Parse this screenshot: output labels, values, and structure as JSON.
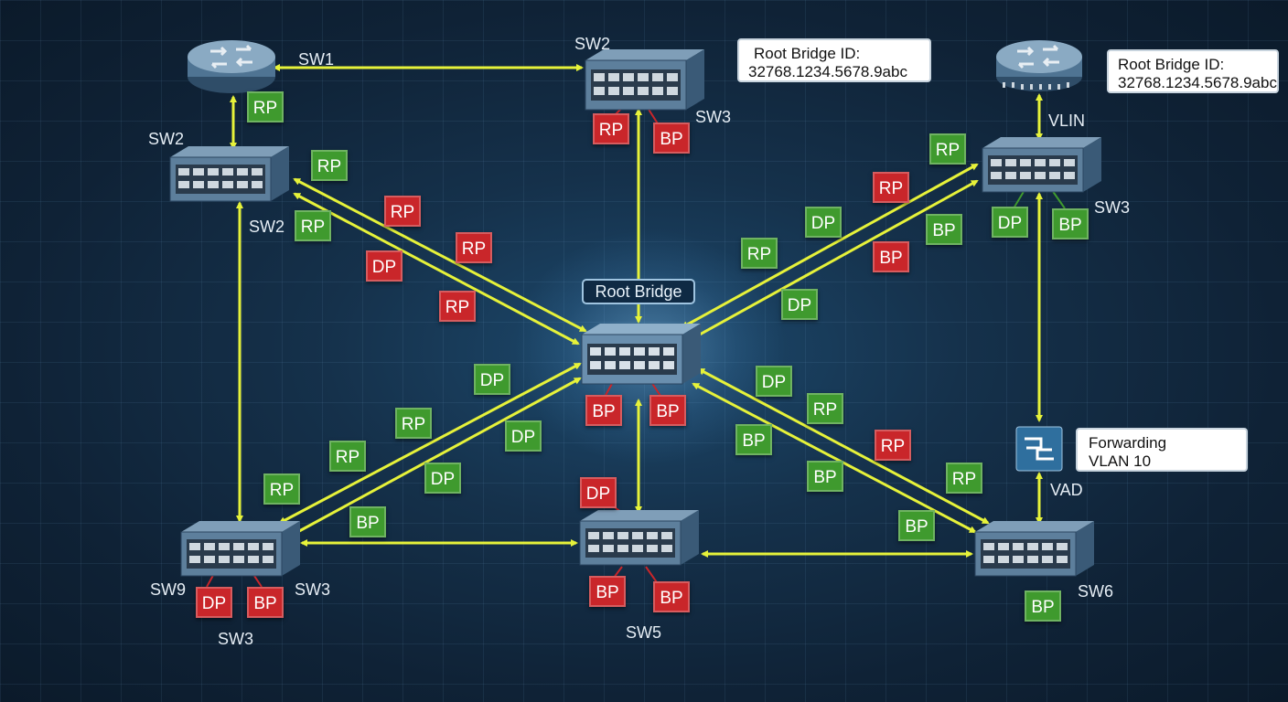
{
  "colors": {
    "link": "#e6f23a",
    "green": "#3f9a2e",
    "red": "#c9262a",
    "background": "#15314b"
  },
  "callouts": {
    "top_center": {
      "line1": "Root Bridge ID:",
      "line2": "32768.1234.5678.9abc"
    },
    "top_right": {
      "line1": "Root Bridge ID:",
      "line2": "32768.1234.5678.9abc"
    },
    "right_vlan": {
      "line1": "Forwarding",
      "line2": "VLAN 10"
    }
  },
  "root_bridge_label": "Root Bridge",
  "device_labels": {
    "sw1": "SW1",
    "sw2_top": "SW2",
    "sw3_top": "SW3",
    "sw2_left_upper": "SW2",
    "sw2_left_lower": "SW2",
    "vlin": "VLIN",
    "sw3_right": "SW3",
    "vad": "VAD",
    "sw9": "SW9",
    "sw3_bottom_right": "SW3",
    "sw3_bottom": "SW3",
    "sw5": "SW5",
    "sw6": "SW6"
  },
  "badges": [
    {
      "id": "b1",
      "text": "RP",
      "color": "green"
    },
    {
      "id": "b2",
      "text": "RP",
      "color": "red"
    },
    {
      "id": "b3",
      "text": "BP",
      "color": "red"
    },
    {
      "id": "b4",
      "text": "RP",
      "color": "green"
    },
    {
      "id": "b5",
      "text": "RP",
      "color": "green"
    },
    {
      "id": "b6",
      "text": "RP",
      "color": "red"
    },
    {
      "id": "b7",
      "text": "RP",
      "color": "red"
    },
    {
      "id": "b8",
      "text": "DP",
      "color": "red"
    },
    {
      "id": "b9",
      "text": "RP",
      "color": "red"
    },
    {
      "id": "b10",
      "text": "RP",
      "color": "green"
    },
    {
      "id": "b11",
      "text": "RP",
      "color": "red"
    },
    {
      "id": "b12",
      "text": "DP",
      "color": "green"
    },
    {
      "id": "b13",
      "text": "BP",
      "color": "green"
    },
    {
      "id": "b14",
      "text": "RP",
      "color": "green"
    },
    {
      "id": "b15",
      "text": "BP",
      "color": "red"
    },
    {
      "id": "b16",
      "text": "DP",
      "color": "green"
    },
    {
      "id": "b17",
      "text": "DP",
      "color": "green"
    },
    {
      "id": "b18",
      "text": "BP",
      "color": "green"
    },
    {
      "id": "b19",
      "text": "BP",
      "color": "red"
    },
    {
      "id": "b20",
      "text": "BP",
      "color": "red"
    },
    {
      "id": "b21",
      "text": "DP",
      "color": "green"
    },
    {
      "id": "b22",
      "text": "RP",
      "color": "green"
    },
    {
      "id": "b23",
      "text": "DP",
      "color": "green"
    },
    {
      "id": "b24",
      "text": "RP",
      "color": "green"
    },
    {
      "id": "b25",
      "text": "DP",
      "color": "green"
    },
    {
      "id": "b26",
      "text": "RP",
      "color": "green"
    },
    {
      "id": "b27",
      "text": "BP",
      "color": "green"
    },
    {
      "id": "b28",
      "text": "DP",
      "color": "green"
    },
    {
      "id": "b29",
      "text": "RP",
      "color": "green"
    },
    {
      "id": "b30",
      "text": "BP",
      "color": "green"
    },
    {
      "id": "b31",
      "text": "RP",
      "color": "red"
    },
    {
      "id": "b32",
      "text": "BP",
      "color": "green"
    },
    {
      "id": "b33",
      "text": "RP",
      "color": "green"
    },
    {
      "id": "b34",
      "text": "BP",
      "color": "green"
    },
    {
      "id": "b35",
      "text": "DP",
      "color": "red"
    },
    {
      "id": "b36",
      "text": "DP",
      "color": "red"
    },
    {
      "id": "b37",
      "text": "BP",
      "color": "red"
    },
    {
      "id": "b38",
      "text": "BP",
      "color": "red"
    },
    {
      "id": "b39",
      "text": "BP",
      "color": "red"
    },
    {
      "id": "b40",
      "text": "BP",
      "color": "green"
    }
  ]
}
